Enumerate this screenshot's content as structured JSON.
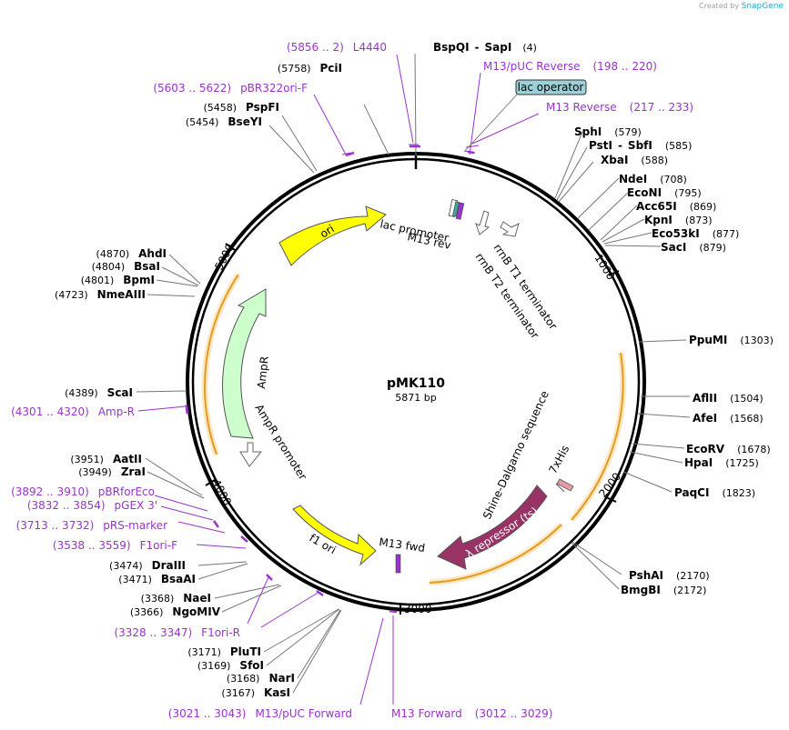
{
  "credit": {
    "prefix": "Created by",
    "brand": "SnapGene"
  },
  "plasmid": {
    "name": "pMK110",
    "size": "5871 bp",
    "length": 5871
  },
  "ticks": [
    "1000",
    "2000",
    "3000",
    "4000",
    "5000"
  ],
  "colors": {
    "primer": "#9933cc",
    "ori": "#ffff00",
    "ampr": "#ccffcc",
    "repressor": "#993366",
    "backbone": "#000000"
  },
  "enzymes": [
    {
      "name": "BspQI",
      "name2": "SapI",
      "pos": "(4)"
    },
    {
      "name": "PciI",
      "pos": "(5758)"
    },
    {
      "name": "PspFI",
      "pos": "(5458)"
    },
    {
      "name": "BseYI",
      "pos": "(5454)"
    },
    {
      "name": "SphI",
      "pos": "(579)"
    },
    {
      "name": "PstI",
      "name2": "SbfI",
      "pos": "(585)"
    },
    {
      "name": "XbaI",
      "pos": "(588)"
    },
    {
      "name": "NdeI",
      "pos": "(708)"
    },
    {
      "name": "EcoNI",
      "pos": "(795)"
    },
    {
      "name": "Acc65I",
      "pos": "(869)"
    },
    {
      "name": "KpnI",
      "pos": "(873)"
    },
    {
      "name": "Eco53kI",
      "pos": "(877)"
    },
    {
      "name": "SacI",
      "pos": "(879)"
    },
    {
      "name": "PpuMI",
      "pos": "(1303)"
    },
    {
      "name": "AflII",
      "pos": "(1504)"
    },
    {
      "name": "AfeI",
      "pos": "(1568)"
    },
    {
      "name": "EcoRV",
      "pos": "(1678)"
    },
    {
      "name": "HpaI",
      "pos": "(1725)"
    },
    {
      "name": "PaqCI",
      "pos": "(1823)"
    },
    {
      "name": "PshAI",
      "pos": "(2170)"
    },
    {
      "name": "BmgBI",
      "pos": "(2172)"
    },
    {
      "name": "AhdI",
      "pos": "(4870)"
    },
    {
      "name": "BsaI",
      "pos": "(4804)"
    },
    {
      "name": "BpmI",
      "pos": "(4801)"
    },
    {
      "name": "NmeAIII",
      "pos": "(4723)"
    },
    {
      "name": "ScaI",
      "pos": "(4389)"
    },
    {
      "name": "AatII",
      "pos": "(3951)"
    },
    {
      "name": "ZraI",
      "pos": "(3949)"
    },
    {
      "name": "DraIII",
      "pos": "(3474)"
    },
    {
      "name": "BsaAI",
      "pos": "(3471)"
    },
    {
      "name": "NaeI",
      "pos": "(3368)"
    },
    {
      "name": "NgoMIV",
      "pos": "(3366)"
    },
    {
      "name": "PluTI",
      "pos": "(3171)"
    },
    {
      "name": "SfoI",
      "pos": "(3169)"
    },
    {
      "name": "NarI",
      "pos": "(3168)"
    },
    {
      "name": "KasI",
      "pos": "(3167)"
    }
  ],
  "primers": [
    {
      "name": "L4440",
      "pos": "(5856 .. 2)"
    },
    {
      "name": "M13/pUC Reverse",
      "pos": "(198 .. 220)"
    },
    {
      "name": "pBR322ori-F",
      "pos": "(5603 .. 5622)"
    },
    {
      "name": "M13 Reverse",
      "pos": "(217 .. 233)"
    },
    {
      "name": "Amp-R",
      "pos": "(4301 .. 4320)"
    },
    {
      "name": "pBRforEco",
      "pos": "(3892 .. 3910)"
    },
    {
      "name": "pGEX 3'",
      "pos": "(3832 .. 3854)"
    },
    {
      "name": "pRS-marker",
      "pos": "(3713 .. 3732)"
    },
    {
      "name": "F1ori-F",
      "pos": "(3538 .. 3559)"
    },
    {
      "name": "F1ori-R",
      "pos": "(3328 .. 3347)"
    },
    {
      "name": "M13/pUC Forward",
      "pos": "(3021 .. 3043)"
    },
    {
      "name": "M13 Forward",
      "pos": "(3012 .. 3029)"
    }
  ],
  "features": {
    "lac_operator": "lac operator",
    "lac_promoter": "lac promoter",
    "m13_rev": "M13 rev",
    "rrnb_t1": "rrnB T1 terminator",
    "rrnb_t2": "rrnB T2 terminator",
    "ori": "ori",
    "ampr": "AmpR",
    "ampr_promoter": "AmpR promoter",
    "f1_ori": "f1 ori",
    "m13_fwd": "M13 fwd",
    "repressor": "λ repressor (ts)",
    "shine": "Shine-Dalgarno sequence",
    "his": "7xHis"
  }
}
